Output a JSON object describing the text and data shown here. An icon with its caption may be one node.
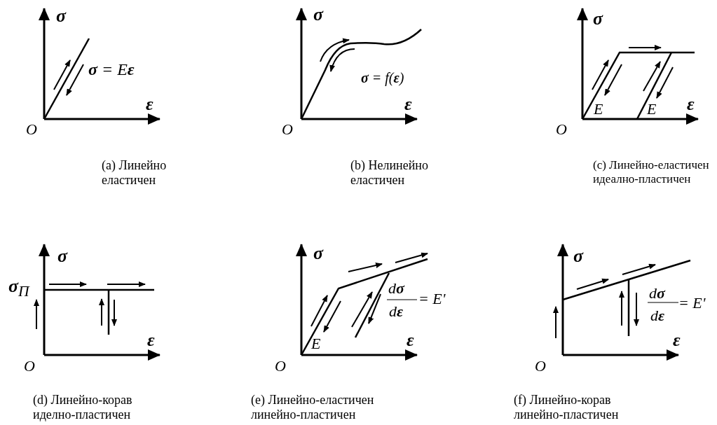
{
  "diagram": {
    "labels": [
      "σ",
      "**σ** = E**ε**",
      "ε",
      "O",
      "(a) Линейно еластичен",
      "σ",
      "**σ** = f(**ε**)",
      "ε",
      "O",
      "(b) Нелинейно еластичен",
      "σ",
      "E",
      "E",
      "ε",
      "O",
      "(c) Линейно-еластичен идеално-пластичен",
      "σ",
      "**σ**$_{П}$",
      "ε",
      "O",
      "(d) Линейно-корав иделно-пластичен",
      "σ",
      "d**σ**",
      "d**ε**",
      "= E'",
      "E",
      "ε",
      "O",
      "(e) Линейно-еластичен линейно-пластичен",
      "σ",
      "d**σ**",
      "d**ε**",
      "= E'",
      "ε",
      "O",
      "(f) Линейно-корав линейно-пластичен"
    ]
  }
}
